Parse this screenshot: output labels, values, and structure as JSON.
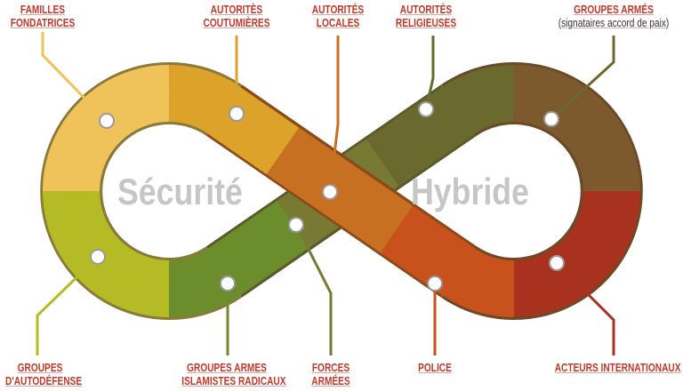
{
  "center_words": {
    "left": "Sécurité",
    "right": "Hybride"
  },
  "actors": [
    {
      "label_line1": "FAMILLES",
      "label_line2": "FONDATRICES",
      "color": "#efc35a"
    },
    {
      "label_line1": "AUTORITÈS",
      "label_line2": "COUTUMIÈRES",
      "color": "#dca22a"
    },
    {
      "label_line1": "AUTORITÉS",
      "label_line2": "LOCALES",
      "color": "#c87022"
    },
    {
      "label_line1": "AUTORITÉS",
      "label_line2": "RELIGIEUSES",
      "color": "#6b6a2e"
    },
    {
      "label_line1": "GROUPES ARMÉS",
      "label_line2": "(signataires accord de paix)",
      "color": "#7d5a2e"
    },
    {
      "label_line1": "GROUPES",
      "label_line2": "D'AUTODÉFENSE",
      "color": "#b4bb24"
    },
    {
      "label_line1": "GROUPES ARMES",
      "label_line2": "ISLAMISTES RADICAUX",
      "color": "#6c8d2c"
    },
    {
      "label_line1": "FORCES",
      "label_line2": "ARMÉES",
      "color": "#787a34"
    },
    {
      "label_line1": "POLICE",
      "label_line2": "",
      "color": "#c9521c"
    },
    {
      "label_line1": "ACTEURS INTERNATIONAUX",
      "label_line2": "",
      "color": "#a8321e"
    }
  ]
}
